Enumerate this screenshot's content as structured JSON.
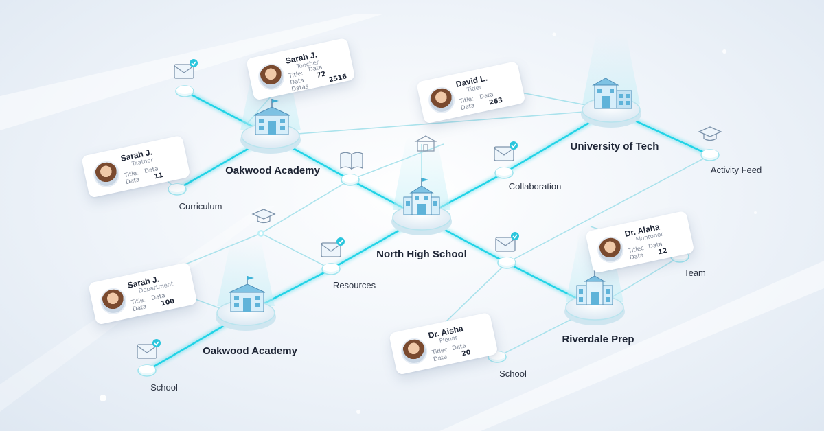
{
  "hubs": [
    {
      "id": "north",
      "label": "North High School"
    },
    {
      "id": "oak_top",
      "label": "Oakwood Academy"
    },
    {
      "id": "univ",
      "label": "University of Tech"
    },
    {
      "id": "oak_bot",
      "label": "Oakwood Academy"
    },
    {
      "id": "river",
      "label": "Riverdale Prep"
    }
  ],
  "nodes": [
    {
      "id": "curriculum",
      "label": "Curriculum"
    },
    {
      "id": "collaboration",
      "label": "Collaboration"
    },
    {
      "id": "activity",
      "label": "Activity Feed"
    },
    {
      "id": "resources",
      "label": "Resources"
    },
    {
      "id": "team",
      "label": "Team"
    },
    {
      "id": "school_left",
      "label": "School"
    },
    {
      "id": "school_right",
      "label": "School"
    }
  ],
  "cards": [
    {
      "name": "Sarah J.",
      "role": "Toocher",
      "row1": "Title:",
      "row2": "Data",
      "row3": "Datas",
      "dk": "Data",
      "dv1": "72",
      "dv2": "2516"
    },
    {
      "name": "David L.",
      "role": "Titler",
      "row1": "Title:",
      "row2": "Data",
      "dk": "Data",
      "dv1": "",
      "dv2": "263"
    },
    {
      "name": "Sarah J.",
      "role": "Teathor",
      "row1": "Title:",
      "row2": "Data",
      "dk": "Data",
      "dv1": "",
      "dv2": "11"
    },
    {
      "name": "Sarah J.",
      "role": "Department",
      "row1": "Title:",
      "row2": "Data",
      "dk": "Data",
      "dv1": "",
      "dv2": "100"
    },
    {
      "name": "Dr. Alaha",
      "role": "Montonor",
      "row1": "Titlec",
      "row2": "Data",
      "dk": "Data",
      "dv1": "",
      "dv2": "12"
    },
    {
      "name": "Dr. Aisha",
      "role": "Plenar",
      "row1": "Titlec",
      "row2": "Data",
      "dk": "Data",
      "dv1": "",
      "dv2": "20"
    }
  ],
  "icons": [
    {
      "name": "mail-check-icon"
    },
    {
      "name": "book-icon"
    },
    {
      "name": "school-building-icon"
    },
    {
      "name": "graduation-cap-icon"
    }
  ],
  "colors": {
    "link": "#22d3e6",
    "link_soft": "#8fe3ef",
    "accent_check": "#2bc6dd",
    "building": "#5fb3d9"
  }
}
